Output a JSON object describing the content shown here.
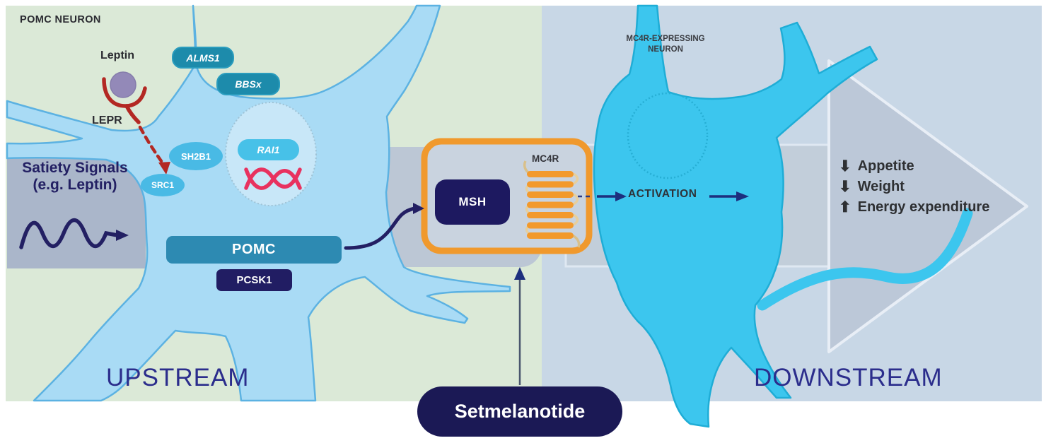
{
  "upstream": {
    "zone_label": "UPSTREAM",
    "neuron_title": "POMC NEURON",
    "leptin": "Leptin",
    "lepr": "LEPR",
    "alms1": "ALMS1",
    "bbsx": "BBSx",
    "sh2b1": "SH2B1",
    "src1": "SRC1",
    "rai1": "RAI1",
    "pomc": "POMC",
    "pcsk1": "PCSK1",
    "satiety_line1": "Satiety Signals",
    "satiety_line2": "(e.g. Leptin)"
  },
  "synapse": {
    "msh": "MSH",
    "mc4r": "MC4R",
    "drug": "Setmelanotide"
  },
  "downstream": {
    "zone_label": "DOWNSTREAM",
    "neuron_title_line1": "MC4R-EXPRESSING",
    "neuron_title_line2": "NEURON",
    "activation": "ACTIVATION",
    "effects": [
      {
        "glyph": "⬇",
        "label": "Appetite"
      },
      {
        "glyph": "⬇",
        "label": "Weight"
      },
      {
        "glyph": "⬆",
        "label": "Energy expenditure"
      }
    ]
  },
  "colors": {
    "upstream_bg": "#dbe9d7",
    "downstream_bg": "#c8d7e6",
    "pomc_neuron_fill": "#a9dbf5",
    "mc4r_neuron_fill": "#3cc6ee",
    "gray_band": "#bcc7d5",
    "orange_frame": "#f0992d",
    "navy_box": "#1c1a58",
    "teal_pill": "#1d8bab",
    "sky_pill": "#49bae5",
    "pomc_bar": "#2d8ab2",
    "red_signal": "#b32823",
    "leptin_purple": "#9389b8",
    "dna_pink": "#e8325f",
    "arrow_navy": "#1d2f7e",
    "zone_text": "#2b2d8c"
  }
}
